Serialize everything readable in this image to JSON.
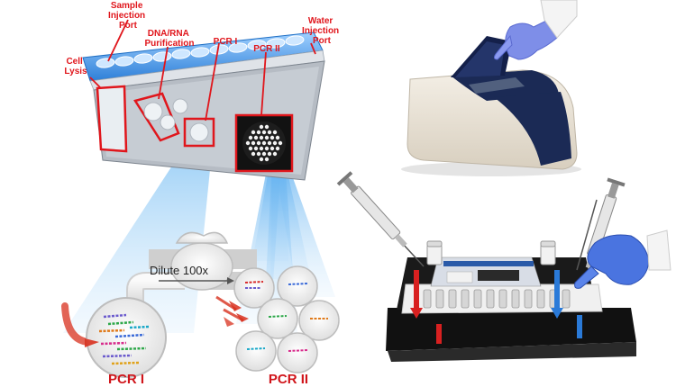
{
  "labels": {
    "sample_port": [
      "Sample",
      "Injection",
      "Port"
    ],
    "dna_rna": [
      "DNA/RNA",
      "Purification"
    ],
    "pcr1_top": "PCR I",
    "pcr2_top": "PCR II",
    "water_port": [
      "Water",
      "Injection",
      "Port"
    ],
    "cell_lysis": [
      "Cell",
      "Lysis"
    ],
    "dilute": "Dilute 100x",
    "pcr1_bottom": "PCR I",
    "pcr2_bottom": "PCR II"
  },
  "colors": {
    "label_red": "#e0161c",
    "pouch_blue": "#3a8fe0",
    "beam_blue": "#7fbff0",
    "instrument_navy": "#1b2a55",
    "glove_blue": "#4a74e0",
    "loader_black": "#1a1a1a"
  },
  "icons": [
    "syringe-icon",
    "gloved-hand-icon",
    "instrument-icon",
    "loading-station-icon"
  ]
}
